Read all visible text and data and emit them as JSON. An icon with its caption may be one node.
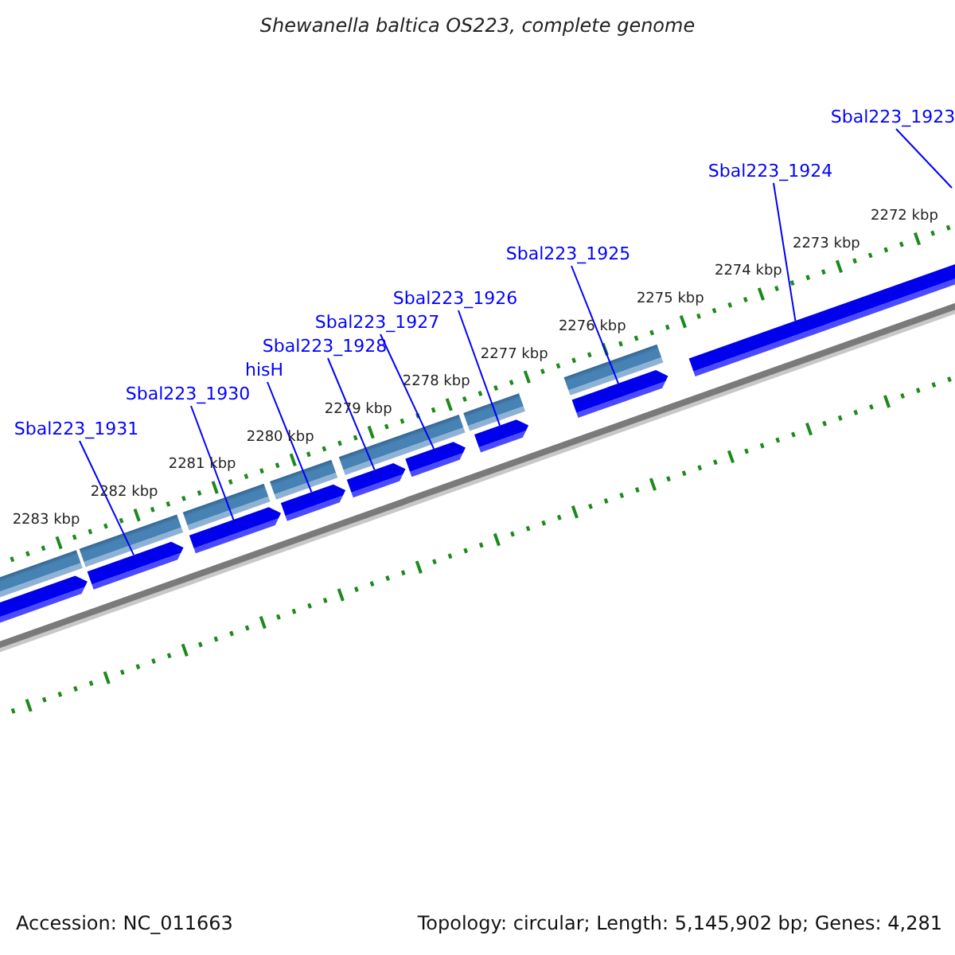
{
  "diagram": {
    "title": "Shewanella baltica OS223, complete genome",
    "nodes": [
      {
        "text": [
          "Sbal223_1931"
        ]
      },
      {
        "text": [
          "Sbal223_1930"
        ]
      },
      {
        "text": [
          "hisH"
        ]
      },
      {
        "text": [
          "Sbal223_1928"
        ]
      },
      {
        "text": [
          "Sbal223_1927"
        ]
      },
      {
        "text": [
          "Sbal223_1926"
        ]
      },
      {
        "text": [
          "Sbal223_1925"
        ]
      },
      {
        "text": [
          "Sbal223_1924"
        ]
      },
      {
        "text": [
          "Sbal223_1923"
        ]
      },
      {
        "text": [],
        "shape": "bar"
      },
      {
        "text": [],
        "shape": "bar"
      },
      {
        "text": [],
        "shape": "bar"
      },
      {
        "text": [],
        "shape": "bar"
      },
      {
        "text": [],
        "shape": "bar"
      },
      {
        "text": [],
        "shape": "bar"
      },
      {
        "text": [],
        "shape": "bar"
      },
      {
        "text": [],
        "shape": "bar"
      }
    ],
    "edges": [
      {
        "from": 0,
        "to": 9,
        "arrow": "none"
      },
      {
        "from": 1,
        "to": 10,
        "arrow": "none"
      },
      {
        "from": 2,
        "to": 11,
        "arrow": "none"
      },
      {
        "from": 3,
        "to": 12,
        "arrow": "none"
      },
      {
        "from": 4,
        "to": 13,
        "arrow": "none"
      },
      {
        "from": 5,
        "to": 14,
        "arrow": "none"
      },
      {
        "from": 6,
        "to": 15,
        "arrow": "none"
      },
      {
        "from": 7,
        "to": 16,
        "arrow": "none"
      },
      {
        "from": 8,
        "to": null,
        "arrow": "none"
      }
    ],
    "labels": [
      "2283 kbp",
      "2282 kbp",
      "2281 kbp",
      "2280 kbp",
      "2279 kbp",
      "2278 kbp",
      "2277 kbp",
      "2276 kbp",
      "2275 kbp",
      "2274 kbp",
      "2273 kbp",
      "2272 kbp",
      "Accession: NC_011663",
      "Topology: circular; Length: 5,145,902 bp; Genes: 4,281"
    ]
  }
}
